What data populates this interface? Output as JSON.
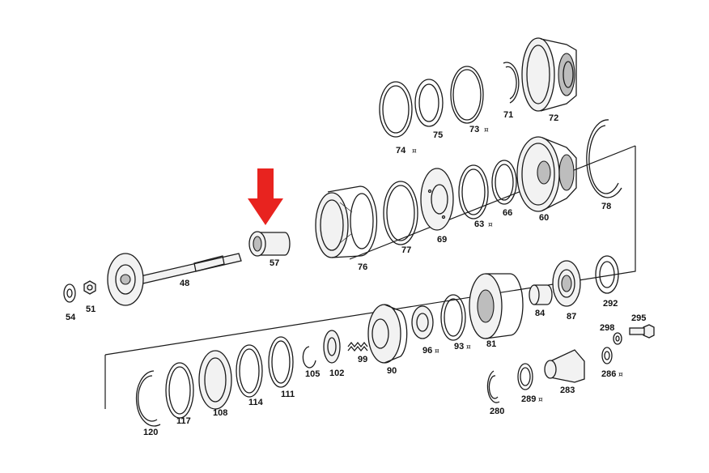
{
  "marker_symbol": "¤",
  "highlight_color": "#e8231f",
  "parts": [
    {
      "id": "p74",
      "label": "74",
      "marked": true
    },
    {
      "id": "p75",
      "label": "75",
      "marked": false
    },
    {
      "id": "p73",
      "label": "73",
      "marked": true
    },
    {
      "id": "p71",
      "label": "71",
      "marked": false
    },
    {
      "id": "p72",
      "label": "72",
      "marked": false
    },
    {
      "id": "p78",
      "label": "78",
      "marked": false
    },
    {
      "id": "p60",
      "label": "60",
      "marked": false
    },
    {
      "id": "p66",
      "label": "66",
      "marked": false
    },
    {
      "id": "p63",
      "label": "63",
      "marked": true
    },
    {
      "id": "p69",
      "label": "69",
      "marked": false
    },
    {
      "id": "p77",
      "label": "77",
      "marked": false
    },
    {
      "id": "p76",
      "label": "76",
      "marked": false
    },
    {
      "id": "p57",
      "label": "57",
      "marked": false
    },
    {
      "id": "p48",
      "label": "48",
      "marked": false
    },
    {
      "id": "p54",
      "label": "54",
      "marked": false
    },
    {
      "id": "p51",
      "label": "51",
      "marked": false
    },
    {
      "id": "p292",
      "label": "292",
      "marked": false
    },
    {
      "id": "p87",
      "label": "87",
      "marked": false
    },
    {
      "id": "p84",
      "label": "84",
      "marked": false
    },
    {
      "id": "p81",
      "label": "81",
      "marked": false
    },
    {
      "id": "p93",
      "label": "93",
      "marked": true
    },
    {
      "id": "p96",
      "label": "96",
      "marked": true
    },
    {
      "id": "p90",
      "label": "90",
      "marked": false
    },
    {
      "id": "p99",
      "label": "99",
      "marked": false
    },
    {
      "id": "p102",
      "label": "102",
      "marked": false
    },
    {
      "id": "p105",
      "label": "105",
      "marked": false
    },
    {
      "id": "p111",
      "label": "111",
      "marked": false
    },
    {
      "id": "p114",
      "label": "114",
      "marked": false
    },
    {
      "id": "p108",
      "label": "108",
      "marked": false
    },
    {
      "id": "p117",
      "label": "117",
      "marked": false
    },
    {
      "id": "p120",
      "label": "120",
      "marked": false
    },
    {
      "id": "p295",
      "label": "295",
      "marked": false
    },
    {
      "id": "p298",
      "label": "298",
      "marked": false
    },
    {
      "id": "p286",
      "label": "286",
      "marked": true
    },
    {
      "id": "p283",
      "label": "283",
      "marked": false
    },
    {
      "id": "p289",
      "label": "289",
      "marked": true
    },
    {
      "id": "p280",
      "label": "280",
      "marked": false
    }
  ]
}
